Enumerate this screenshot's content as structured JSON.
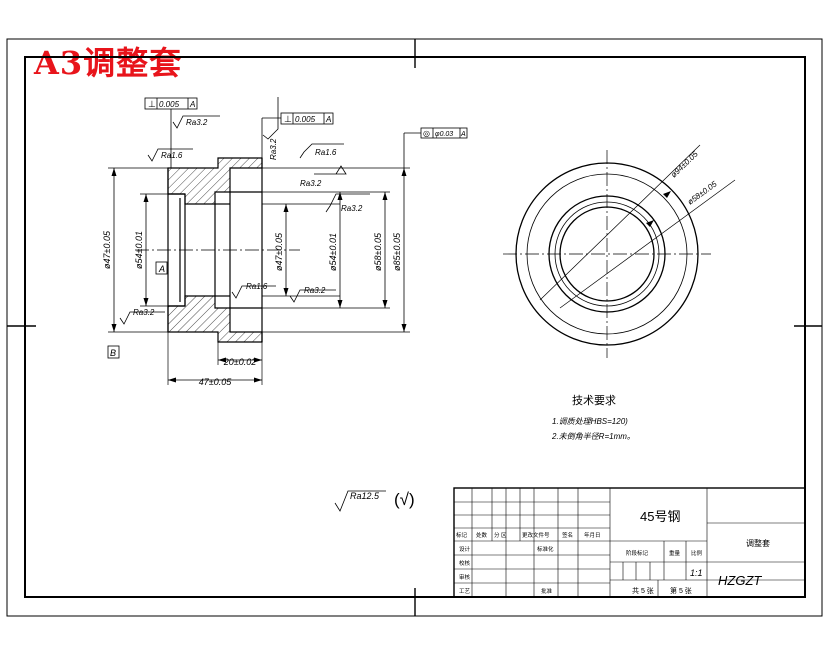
{
  "header": {
    "tag": "A3调整套"
  },
  "drawing": {
    "tolerance_frames": [
      {
        "symbol": "⊥",
        "value": "0.005",
        "datum": "A"
      },
      {
        "symbol": "⊥",
        "value": "0.005",
        "datum": "A"
      },
      {
        "symbol": "◎",
        "value": "φ0.03",
        "datum": "A"
      }
    ],
    "roughness": [
      "Ra3.2",
      "Ra3.2",
      "Ra1.6",
      "Ra1.6",
      "Ra3.2",
      "Ra3.2",
      "Ra1.6",
      "Ra3.2",
      "Ra3.2"
    ],
    "dimensions": {
      "d47_left": "ø47±0.05",
      "d54_left": "ø54±0.01",
      "d47_mid": "ø47±0.05",
      "d54_mid": "ø54±0.01",
      "d58": "ø58±0.05",
      "d85": "ø85±0.05",
      "len20": "20±0.02",
      "len47": "47±0.05",
      "d94": "ø94±0.05",
      "d58_end": "ø58±0.05"
    },
    "datums": {
      "a": "A",
      "b": "B"
    }
  },
  "notes": {
    "title": "技术要求",
    "items": [
      "1.调质处理HBS=120)",
      "2.未倒角半径R=1mm。"
    ]
  },
  "general_roughness": {
    "label": "Ra12.5",
    "check": "(√)"
  },
  "title_block": {
    "material": "45号钢",
    "part_name": "调整套",
    "drawing_no": "HZGZT",
    "scale": "1:1",
    "sheets_total": "共 5 张",
    "sheet_no": "第 5 张",
    "headers": [
      "标记",
      "处数",
      "分 区",
      "更改文件号",
      "签名",
      "年月日"
    ],
    "roles": [
      "设计",
      "校核",
      "审核",
      "工艺"
    ],
    "std_label": "标准化",
    "approve_label": "批准",
    "stage_label": "阶段标记",
    "weight_label": "重量",
    "ratio_label": "比例"
  }
}
